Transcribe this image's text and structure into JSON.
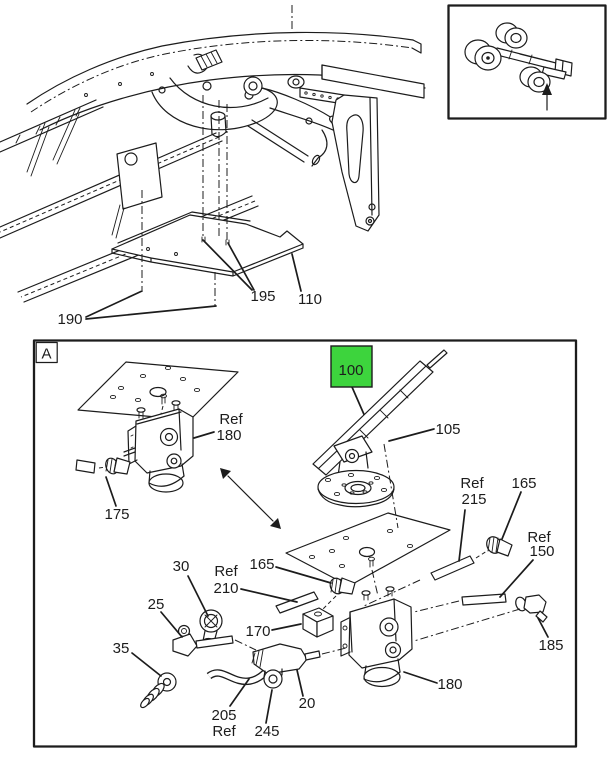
{
  "colors": {
    "background": "#ffffff",
    "line": "#1c1c1c",
    "highlight": "#3dd43d"
  },
  "top_view": {
    "description": "cab floor underside with cover plate",
    "callouts": {
      "c190": "190",
      "c195": "195",
      "c110": "110"
    }
  },
  "inset": {
    "icon": "vehicle-chassis-locator-icon"
  },
  "detail_view": {
    "corner_label": "A",
    "highlighted_callout": "100",
    "callouts": {
      "c105": "105",
      "ref_180_top": {
        "ref": "Ref",
        "num": "180"
      },
      "c175": "175",
      "ref_215": {
        "ref": "Ref",
        "num": "215"
      },
      "c165_right": "165",
      "ref_150": {
        "ref": "Ref",
        "num": "150"
      },
      "c185": "185",
      "c180_bottom": "180",
      "c170": "170",
      "c165_left": "165",
      "ref_210": {
        "ref": "Ref",
        "num": "210"
      },
      "c30": "30",
      "c25": "25",
      "c35": "35",
      "c205": {
        "num": "205",
        "ref": "Ref"
      },
      "c245": "245",
      "c20": "20"
    }
  }
}
